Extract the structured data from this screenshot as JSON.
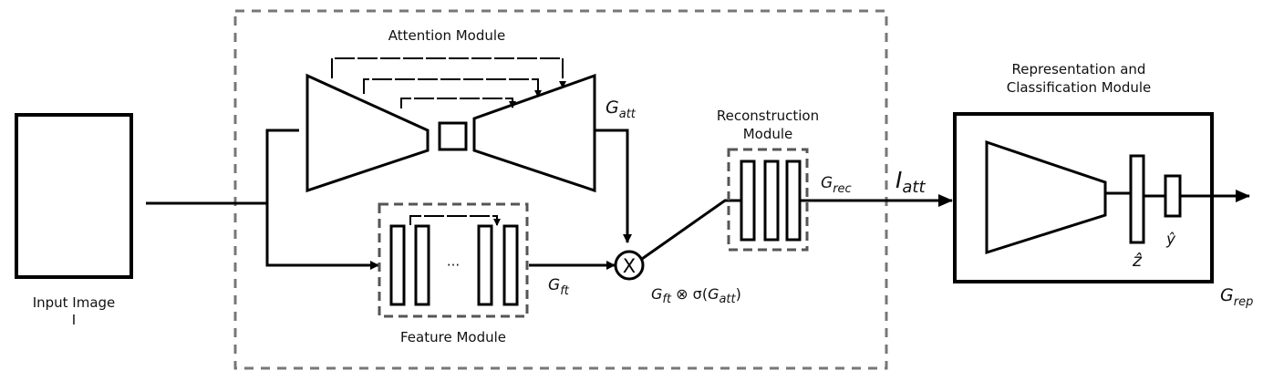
{
  "labels": {
    "attention_module": "Attention Module",
    "feature_module": "Feature Module",
    "reconstruction_module_line1": "Reconstruction",
    "reconstruction_module_line2": "Module",
    "representation_module_line1": "Representation and",
    "representation_module_line2": "Classification Module",
    "input_image_line1": "Input Image",
    "input_image_line2": "I",
    "ellipsis": "···",
    "multiply_symbol": "X"
  },
  "math": {
    "g_att": {
      "base": "G",
      "sub": "att"
    },
    "g_ft": {
      "base": "G",
      "sub": "ft"
    },
    "g_rec": {
      "base": "G",
      "sub": "rec"
    },
    "g_rep": {
      "base": "G",
      "sub": "rep"
    },
    "i_att": {
      "base": "I",
      "sub": "att"
    },
    "product": {
      "a": "G",
      "a_sub": "ft",
      "op": " ⊗ σ(",
      "b": "G",
      "b_sub": "att",
      "close": ")"
    },
    "z_hat": "ẑ",
    "y_hat": "ŷ"
  },
  "colors": {
    "stroke": "#000000",
    "dashed_border": "#777777",
    "background": "#ffffff"
  }
}
